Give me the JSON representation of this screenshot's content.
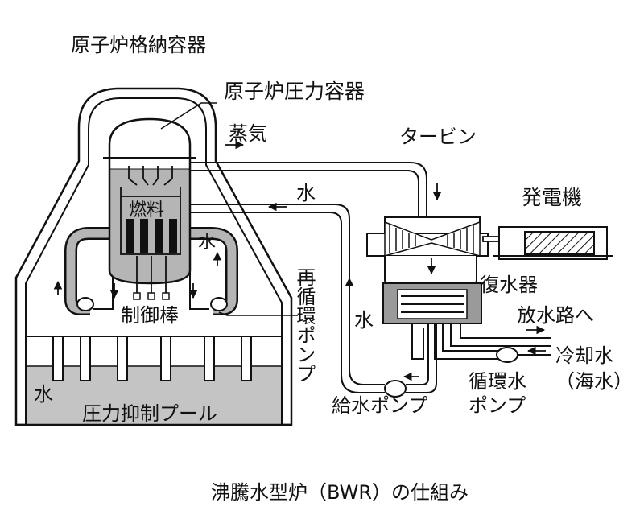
{
  "labels": {
    "containment": "原子炉格納容器",
    "pressure_vessel": "原子炉圧力容器",
    "steam": "蒸気",
    "turbine": "タービン",
    "water_top": "水",
    "generator": "発電機",
    "fuel": "燃料",
    "water_vessel": "水",
    "recirc_pump": "再循環ポンプ",
    "control_rods": "制御棒",
    "condenser": "復水器",
    "water_feed": "水",
    "to_discharge": "放水路へ",
    "cooling_water": "冷却水",
    "seawater": "（海水）",
    "circ_pump_line1": "循環水",
    "circ_pump_line2": "ポンプ",
    "feed_pump": "給水ポンプ",
    "water_pool": "水",
    "suppression_pool": "圧力抑制プール",
    "caption": "沸騰水型炉（BWR）の仕組み"
  },
  "colors": {
    "line": "#111111",
    "water_gray": "#b5b5b5",
    "pool_gray": "#c4c4c4",
    "dark_gray": "#9a9a9a",
    "pipe_fill": "#ffffff"
  }
}
